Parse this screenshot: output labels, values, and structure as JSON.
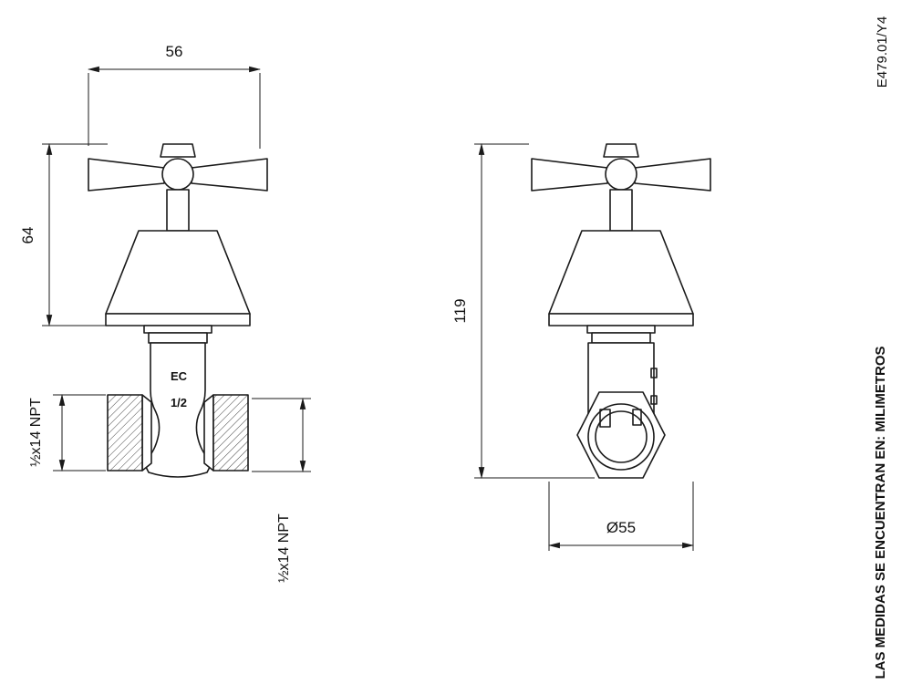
{
  "drawing": {
    "ref_code": "E479.01/Y4",
    "units_note": "LAS MEDIDAS SE ENCUENTRAN EN: MILIMETROS",
    "front_view": {
      "body_marking_line1": "EC",
      "body_marking_line2": "1/2"
    },
    "dimensions": {
      "handle_width_mm": "56",
      "handle_to_base_height_mm": "64",
      "total_height_mm": "119",
      "base_diameter": "Ø55",
      "inlet_thread": "½x14 NPT",
      "outlet_thread": "½x14 NPT"
    }
  }
}
